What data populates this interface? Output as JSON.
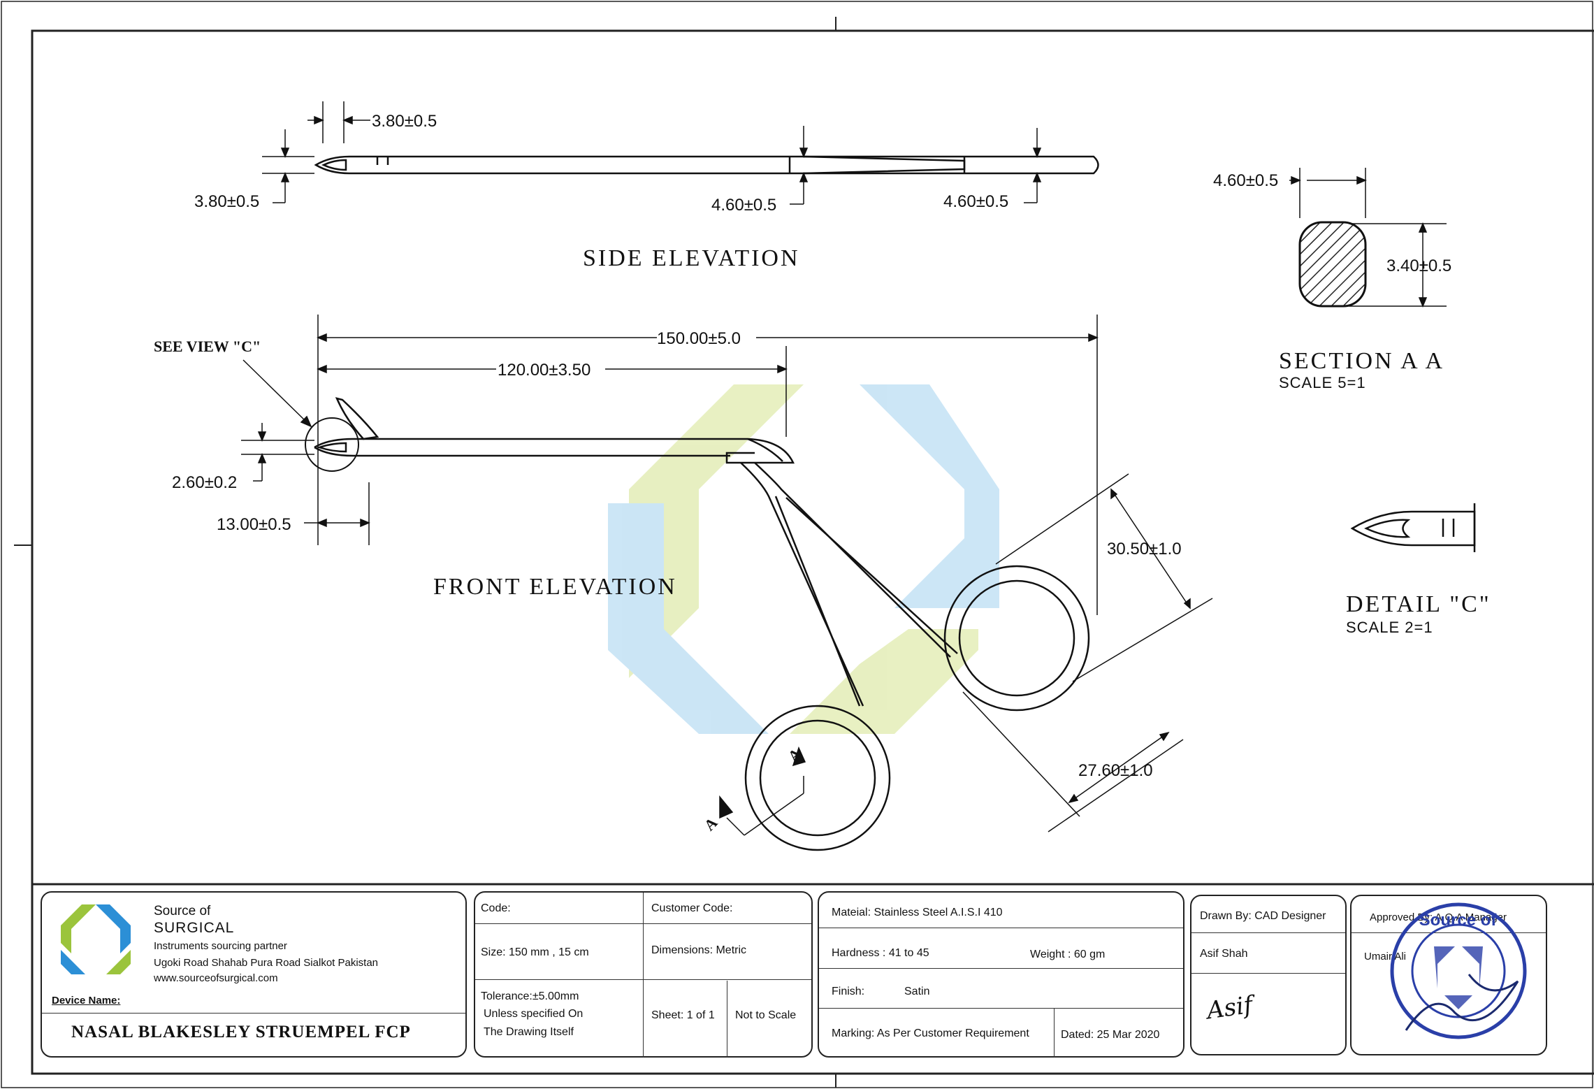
{
  "views": {
    "side_elevation": "SIDE  ELEVATION",
    "front_elevation": "FRONT  ELEVATION",
    "section_aa": "SECTION  A  A",
    "section_scale": "SCALE  5=1",
    "detail_c": "DETAIL  \"C\"",
    "detail_scale": "SCALE  2=1",
    "see_view": "SEE  VIEW  \"C\"",
    "section_mark": "A"
  },
  "dimensions": {
    "side_tip_width": "3.80±0.5",
    "side_tip_height": "3.80±0.5",
    "side_mid": "4.60±0.5",
    "side_end": "4.60±0.5",
    "section_width": "4.60±0.5",
    "section_height": "3.40±0.5",
    "overall_length": "150.00±5.0",
    "shaft_length": "120.00±3.50",
    "tip_height": "2.60±0.2",
    "tip_length": "13.00±0.5",
    "ring_span_1": "30.50±1.0",
    "ring_span_2": "27.60±1.0"
  },
  "title_block": {
    "company": {
      "line1": "Source of",
      "line2": "SURGICAL",
      "tagline": "Instruments sourcing partner",
      "address": "Ugoki Road Shahab Pura Road Sialkot Pakistan",
      "website": "www.sourceofsurgical.com"
    },
    "device_name_label": "Device Name:",
    "device_name": "NASAL  BLAKESLEY  STRUEMPEL  FCP",
    "code": "Code:",
    "customer_code": "Customer Code:",
    "size": "Size:   150 mm , 15 cm",
    "dimensions": "Dimensions: Metric",
    "tolerance_1": "Tolerance:±5.00mm",
    "tolerance_2": "Unless specified On",
    "tolerance_3": "The Drawing Itself",
    "sheet": "Sheet:  1 of 1",
    "scale": "Not to Scale",
    "material": "Mateial: Stainless Steel A.I.S.I 410",
    "hardness": "Hardness :   41  to 45",
    "weight": "Weight : 60 gm",
    "finish_label": "Finish:",
    "finish_value": "Satin",
    "marking": "Marking: As Per Customer Requirement",
    "dated": "Dated: 25 Mar 2020",
    "drawn_by": "Drawn By: CAD Designer",
    "drawer_name": "Asif Shah",
    "signature": "Asif",
    "approved_by": "Approved By: A.Q.A Manager",
    "approver_name": "Umair Ali",
    "stamp_text": "Source of"
  },
  "colors": {
    "watermark_green": "#d9e6a6",
    "watermark_blue": "#b8dcf2",
    "stamp_blue": "#2a3fa8",
    "line": "#111111"
  }
}
